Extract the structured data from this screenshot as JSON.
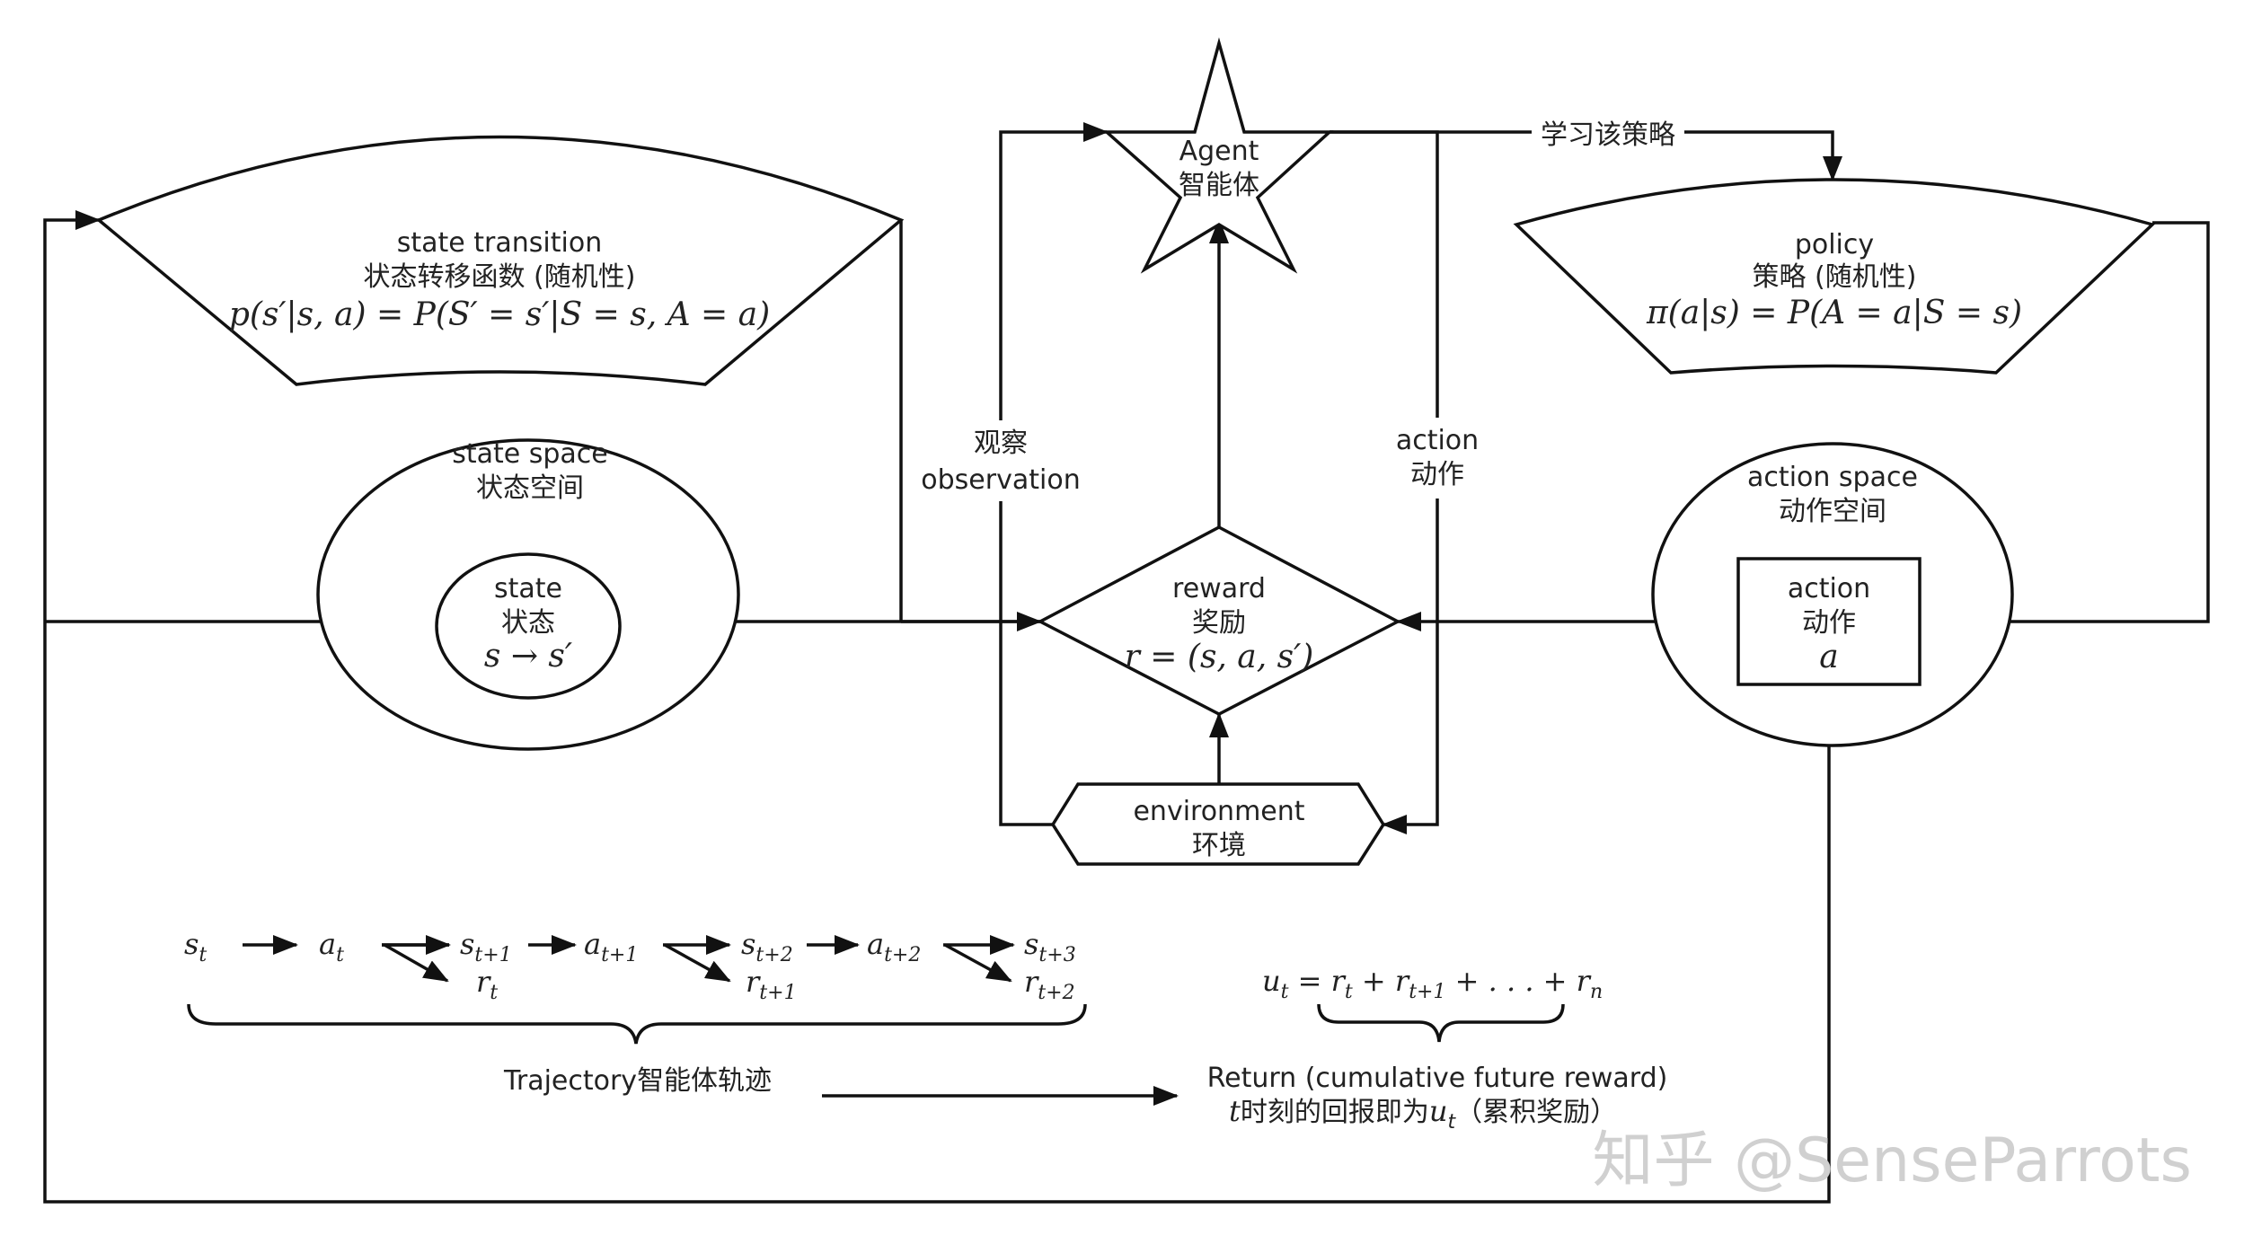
{
  "agent": {
    "line1": "Agent",
    "line2": "智能体"
  },
  "learn_policy_label": "学习该策略",
  "state_transition": {
    "line1": "state transition",
    "line2": "状态转移函数 (随机性)",
    "formula": "p(s′|s, a) = P(S′ = s′|S = s, A = a)"
  },
  "policy": {
    "line1": "policy",
    "line2": "策略 (随机性)",
    "formula": "π(a|s) = P(A = a|S = s)"
  },
  "state_space": {
    "line1": "state space",
    "line2": "状态空间"
  },
  "state": {
    "line1": "state",
    "line2": "状态",
    "formula": "s → s′"
  },
  "observation": {
    "line1": "观察",
    "line2": "observation"
  },
  "action_edge": {
    "line1": "action",
    "line2": "动作"
  },
  "reward": {
    "line1": "reward",
    "line2": "奖励",
    "formula": "r = (s, a, s′)"
  },
  "action_space": {
    "line1": "action space",
    "line2": "动作空间"
  },
  "action": {
    "line1": "action",
    "line2": "动作",
    "formula": "a"
  },
  "environment": {
    "line1": "environment",
    "line2": "环境"
  },
  "trajectory": {
    "label": "Trajectory智能体轨迹",
    "terms": [
      {
        "base": "s",
        "sub": "t"
      },
      {
        "base": "a",
        "sub": "t"
      },
      {
        "base": "s",
        "sub": "t+1"
      },
      {
        "base": "r",
        "sub": "t"
      },
      {
        "base": "a",
        "sub": "t+1"
      },
      {
        "base": "s",
        "sub": "t+2"
      },
      {
        "base": "r",
        "sub": "t+1"
      },
      {
        "base": "a",
        "sub": "t+2"
      },
      {
        "base": "s",
        "sub": "t+3"
      },
      {
        "base": "r",
        "sub": "t+2"
      }
    ]
  },
  "return": {
    "formula_main": "u",
    "formula_parts": [
      {
        "base": "u",
        "sub": "t"
      },
      {
        "op": " = "
      },
      {
        "base": "r",
        "sub": "t"
      },
      {
        "op": " + "
      },
      {
        "base": "r",
        "sub": "t+1"
      },
      {
        "op": " + . . . + "
      },
      {
        "base": "r",
        "sub": "n"
      }
    ],
    "line1": "Return (cumulative future reward)",
    "line2_prefix": "t",
    "line2_mid": "时刻的回报即为",
    "line2_var": "u",
    "line2_var_sub": "t",
    "line2_suffix": "（累积奖励）"
  },
  "watermark": "知乎 @SenseParrots"
}
